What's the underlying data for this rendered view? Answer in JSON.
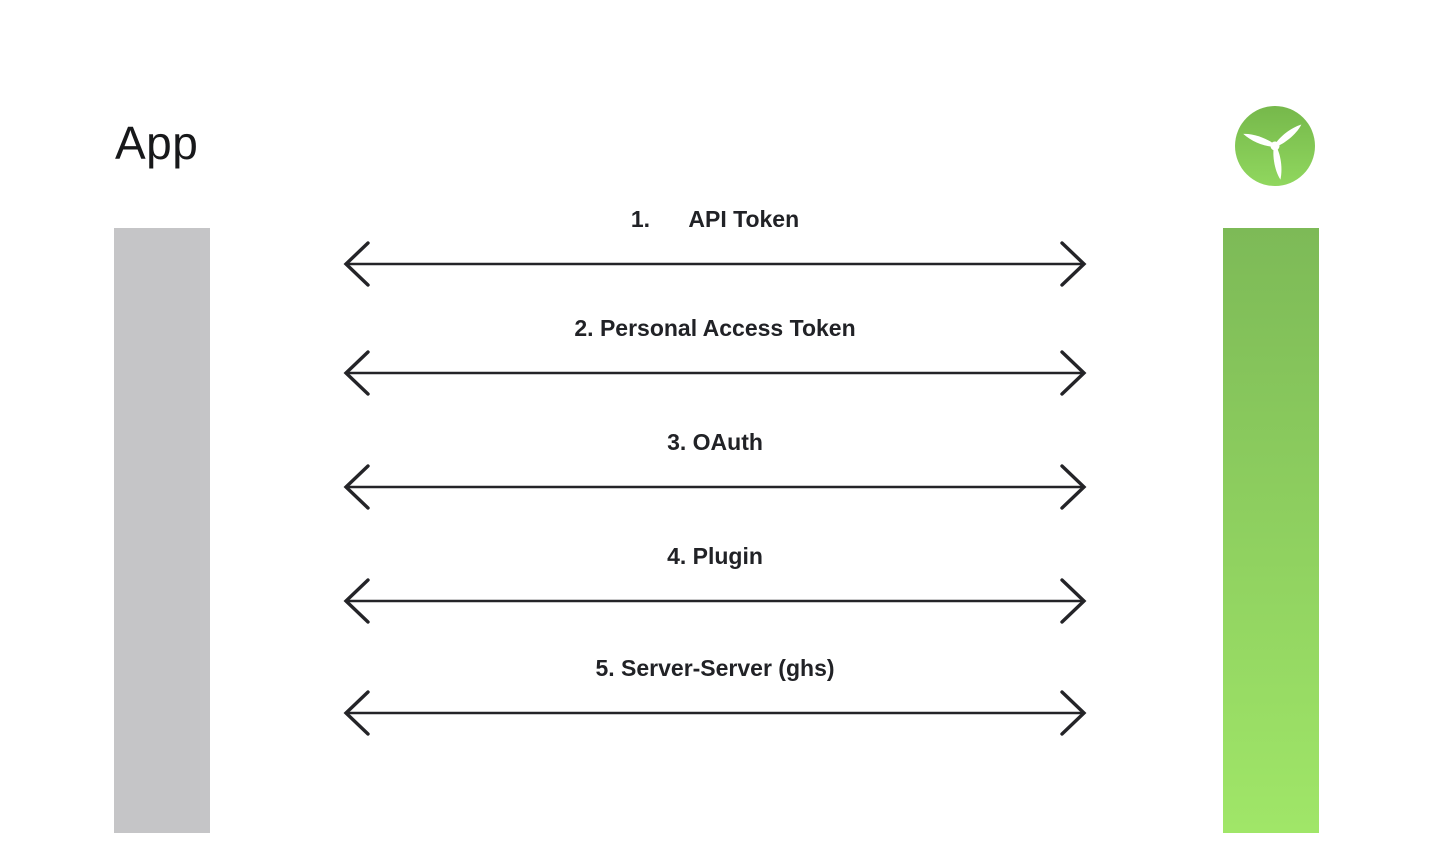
{
  "app": {
    "title": "App"
  },
  "logo": {
    "name": "wind-turbine-logo"
  },
  "bars": {
    "left_color": "#c5c5c7",
    "right_gradient_top": "#7dba57",
    "right_gradient_bottom": "#a0e668"
  },
  "colors": {
    "text": "#212226",
    "arrow": "#242428",
    "background": "#ffffff",
    "logo_green_top": "#76b84b",
    "logo_green_bottom": "#90d75e"
  },
  "arrows": [
    {
      "label": "1.      API Token"
    },
    {
      "label": "2. Personal Access Token"
    },
    {
      "label": "3. OAuth"
    },
    {
      "label": "4. Plugin"
    },
    {
      "label": "5. Server-Server (ghs)"
    }
  ]
}
